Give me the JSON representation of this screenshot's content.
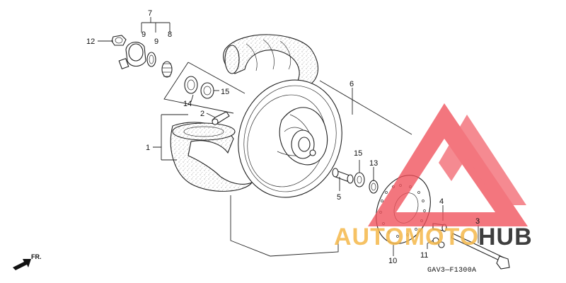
{
  "diagram": {
    "drawing_code": "GAV3—F1300A",
    "front_marker": "FR.",
    "callouts": {
      "c1": "1",
      "c2": "2",
      "c3": "3",
      "c4": "4",
      "c5": "5",
      "c6": "6",
      "c7": "7",
      "c8": "8",
      "c9a": "9",
      "c9b": "9",
      "c10": "10",
      "c11": "11",
      "c12": "12",
      "c13": "13",
      "c14": "14",
      "c15a": "15",
      "c15b": "15"
    }
  },
  "watermark": {
    "text_a": "AUTOMOTO",
    "text_b": "HUB",
    "logo_color": "#f0505a",
    "text_a_color": "#f5b84a",
    "text_b_color": "#2a2a2a"
  }
}
